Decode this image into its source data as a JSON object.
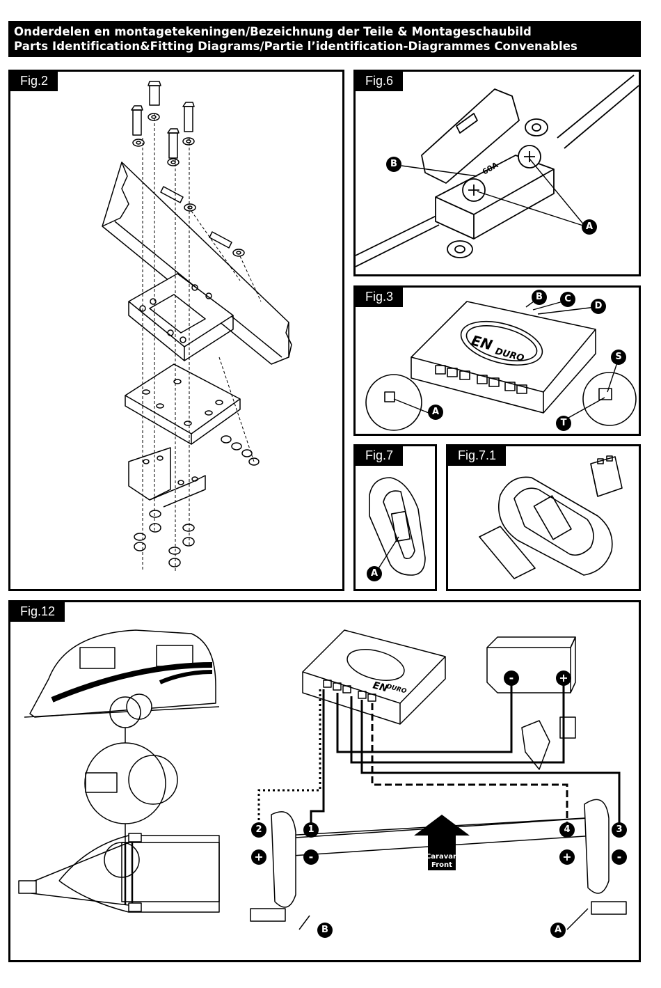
{
  "header": {
    "line1": "Onderdelen en montagetekeningen/Bezeichnung der Teile & Montageschaubild",
    "line2": "Parts Identification&Fitting Diagrams/Partie l’identification-Diagrammes Convenables"
  },
  "figures": {
    "fig2": {
      "label": "Fig.2"
    },
    "fig6": {
      "label": "Fig.6",
      "callouts": [
        "B",
        "A"
      ],
      "fuse_text": "60A"
    },
    "fig3": {
      "label": "Fig.3",
      "callouts": [
        "B",
        "C",
        "D",
        "S",
        "A",
        "T"
      ],
      "logo_en": "EN",
      "logo_duro": "DURO"
    },
    "fig7": {
      "label": "Fig.7",
      "callouts": [
        "A"
      ]
    },
    "fig71": {
      "label": "Fig.7.1"
    },
    "fig12": {
      "label": "Fig.12",
      "wires": [
        "2",
        "1",
        "4",
        "3"
      ],
      "polarity": [
        "+",
        "-",
        "+",
        "-"
      ],
      "battery_terminals": [
        "-",
        "+"
      ],
      "arrow_text_1": "Caravan",
      "arrow_text_2": "Front",
      "callouts": [
        "B",
        "A"
      ],
      "logo_en": "EN",
      "logo_duro": "DURO"
    }
  }
}
